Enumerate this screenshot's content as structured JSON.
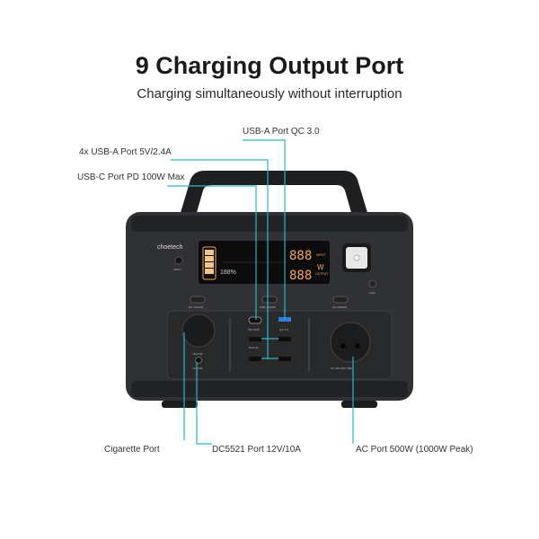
{
  "header": {
    "title": "9 Charging Output Port",
    "subtitle": "Charging simultaneously without interruption"
  },
  "callouts": {
    "usb_a_qc": "USB-A Port QC 3.0",
    "usb_a_4x": "4x USB-A Port 5V/2.4A",
    "usb_c": "USB-C Port PD 100W Max",
    "cigarette": "Cigarette Port",
    "dc5521": "DC5521 Port 12V/10A",
    "ac": "AC Port  500W (1000W Peak)"
  },
  "device": {
    "brand": "choetech",
    "input_label": "INPUT",
    "display_input": "888",
    "display_output": "888",
    "display_unit": "W",
    "display_input_word": "INPUT",
    "display_output_word": "OUTPUT",
    "battery_percent": "188%",
    "dc_button": "DC ON/OFF",
    "usb_button": "USB ON/OFF",
    "ac_button": "AC ON/OFF",
    "light_label": "Light",
    "pd_label": "PD 100W",
    "qc_label": "QC 3.0",
    "usb_label": "5V/2.4A",
    "cig_label": "12V/10A",
    "dc_label": "12V/10A",
    "ac_label": "AC 220-240V 50Hz"
  },
  "colors": {
    "accent_line": "#2fb3c2",
    "body": "#2e3033",
    "display_amber": "#f2a65a"
  }
}
